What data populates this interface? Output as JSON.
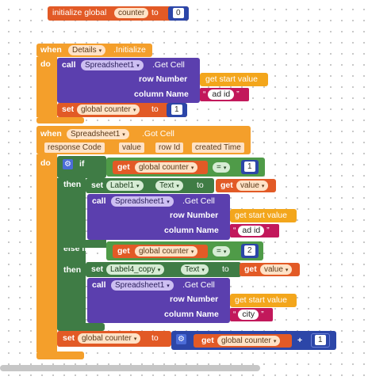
{
  "init_global": {
    "label": "initialize global",
    "name": "counter",
    "to": "to",
    "value": "0"
  },
  "event1": {
    "when": "when",
    "component": "Details",
    "event": ".Initialize",
    "do": "do",
    "call": {
      "call": "call",
      "component": "Spreadsheet1",
      "method": ".Get Cell",
      "row_label": "row Number",
      "row_value": "get start value",
      "col_label": "column Name",
      "col_value": "ad id"
    },
    "set": {
      "set": "set",
      "var": "global counter",
      "to": "to",
      "value": "1"
    }
  },
  "event2": {
    "when": "when",
    "component": "Spreadsheet1",
    "event": ".Got Cell",
    "params": [
      "response Code",
      "value",
      "row Id",
      "created Time"
    ],
    "do": "do",
    "if_label": "if",
    "then_label": "then",
    "else_if_label": "else if",
    "cond1": {
      "get": "get",
      "var": "global counter",
      "op": "=",
      "value": "1"
    },
    "set1": {
      "set": "set",
      "component": "Label1",
      "prop": "Text",
      "to": "to",
      "get": "get",
      "var": "value"
    },
    "call1": {
      "call": "call",
      "component": "Spreadsheet1",
      "method": ".Get Cell",
      "row_label": "row Number",
      "row_value": "get start value",
      "col_label": "column Name",
      "col_value": "ad id"
    },
    "cond2": {
      "get": "get",
      "var": "global counter",
      "op": "=",
      "value": "2"
    },
    "set2": {
      "set": "set",
      "component": "Label4_copy",
      "prop": "Text",
      "to": "to",
      "get": "get",
      "var": "value"
    },
    "call2": {
      "call": "call",
      "component": "Spreadsheet1",
      "method": ".Get Cell",
      "row_label": "row Number",
      "row_value": "get start value",
      "col_label": "column Name",
      "col_value": "city"
    },
    "set3": {
      "set": "set",
      "var": "global counter",
      "to": "to",
      "get": "get",
      "get_var": "global counter",
      "op": "+",
      "value": "1"
    }
  },
  "icons": {
    "dropdown": "▾",
    "gear": "⚙",
    "quote_open": "“",
    "quote_close": "”"
  }
}
